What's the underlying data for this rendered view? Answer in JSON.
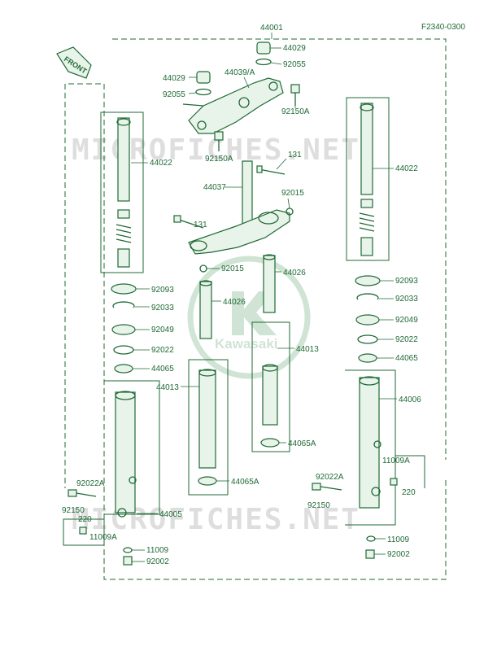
{
  "diagram_code": "F2340-0300",
  "watermark": "MICROFICHES.NET",
  "logo_text": "Kawasaki",
  "front_arrow": "FRONT",
  "colors": {
    "ink": "#1f6a35",
    "watermark": "#d4d4d4",
    "background": "#ffffff"
  },
  "labels": {
    "l44001": "44001",
    "l44029a": "44029",
    "l92055a": "92055",
    "l44029b": "44029",
    "l44039a": "44039/A",
    "l92055b": "92055",
    "l92150a": "92150A",
    "l44022a": "44022",
    "l44022b": "44022",
    "l92150b": "92150A",
    "l131a": "131",
    "l44037": "44037",
    "l92015a": "92015",
    "l131b": "131",
    "l92015b": "92015",
    "l44026a": "44026",
    "l44026b": "44026",
    "l92093a": "92093",
    "l92033a": "92033",
    "l92049a": "92049",
    "l92022a": "92022",
    "l44065a": "44065",
    "l92093b": "92093",
    "l92033b": "92033",
    "l92049b": "92049",
    "l92022b": "92022",
    "l44065b": "44065",
    "l44013a": "44013",
    "l44013b": "44013",
    "l44065A1": "44065A",
    "l44065A2": "44065A",
    "l44006": "44006",
    "l92022A1": "92022A",
    "l92150c": "92150",
    "l220a": "220",
    "l11009A1": "11009A",
    "l44005": "44005",
    "l92022A2": "92022A",
    "l92150d": "92150",
    "l11009A2": "11009A",
    "l220b": "220",
    "l11009a": "11009",
    "l92002a": "92002",
    "l11009b": "11009",
    "l92002b": "92002"
  }
}
